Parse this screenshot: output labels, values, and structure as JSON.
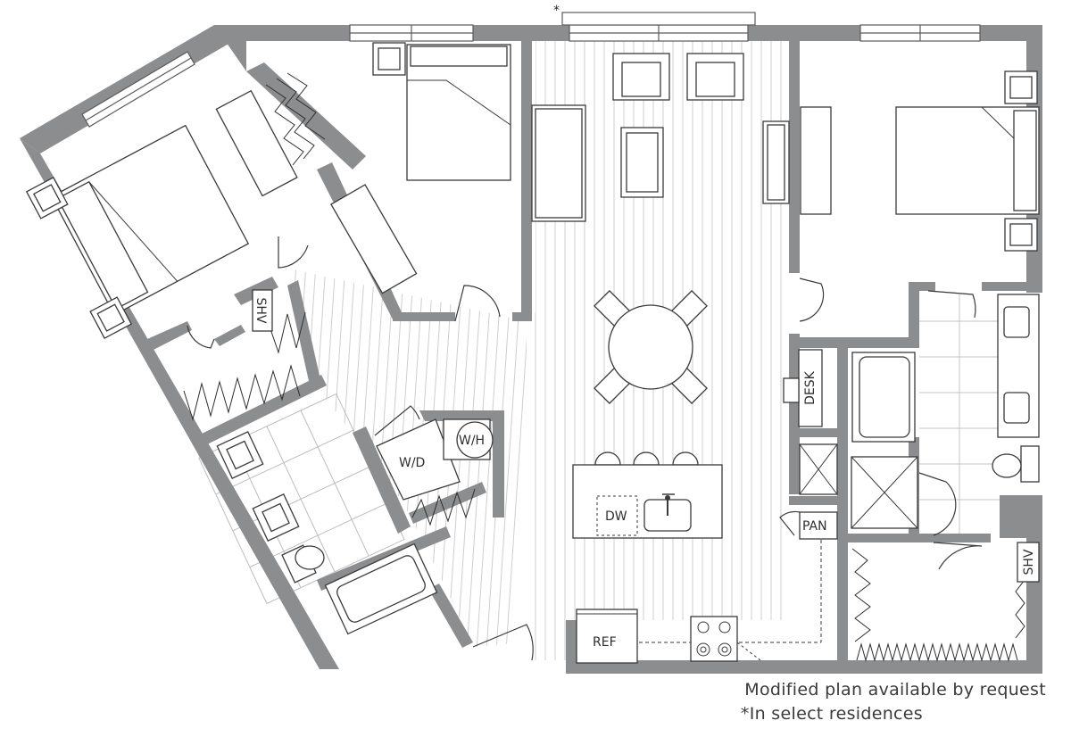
{
  "labels": {
    "shv_left": "SHV",
    "wh": "W/H",
    "wd": "W/D",
    "dw": "DW",
    "ref": "REF",
    "desk": "DESK",
    "pan": "PAN",
    "shv_right": "SHV"
  },
  "window_mark": "*",
  "notes": {
    "line1": "Modified plan available by request",
    "line2": "*In select residences"
  }
}
